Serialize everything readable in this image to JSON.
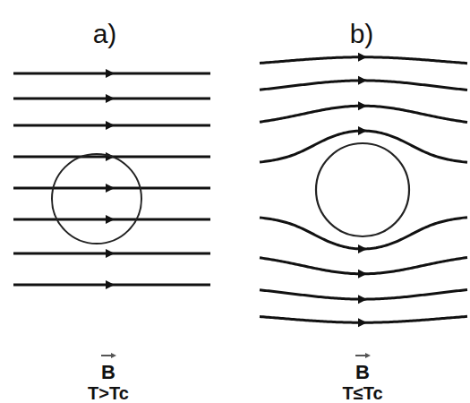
{
  "diagram": {
    "labels": [
      "a)",
      "b)",
      "B",
      "T>Tc",
      "B",
      "T≤Tc"
    ]
  }
}
